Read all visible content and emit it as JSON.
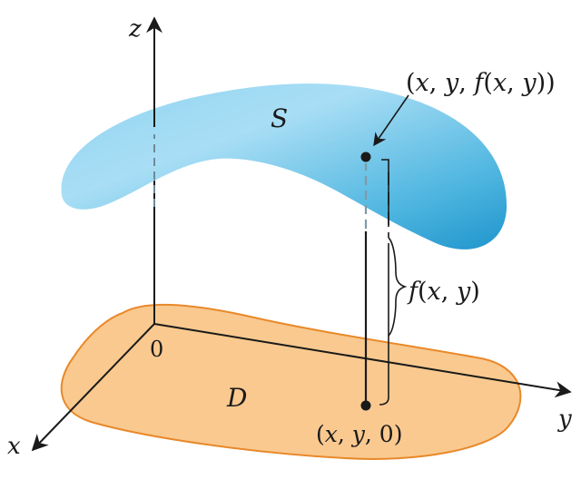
{
  "axes": {
    "z_label": "z",
    "y_label": "y",
    "x_label": "x",
    "origin_label": "0"
  },
  "surface": {
    "label": "S",
    "color": "#3ea9d8",
    "point_label_parts": [
      "(",
      "x",
      ", ",
      "y",
      ", ",
      "f",
      "(",
      "x",
      ", ",
      "y",
      "))"
    ]
  },
  "region": {
    "label": "D",
    "color": "#f9c98f",
    "edge_color": "#e8892a",
    "point_label_parts": [
      "(",
      "x",
      ", ",
      "y",
      ", 0)"
    ]
  },
  "height_label_parts": [
    "f",
    "(",
    "x",
    ", ",
    "y",
    ")"
  ]
}
